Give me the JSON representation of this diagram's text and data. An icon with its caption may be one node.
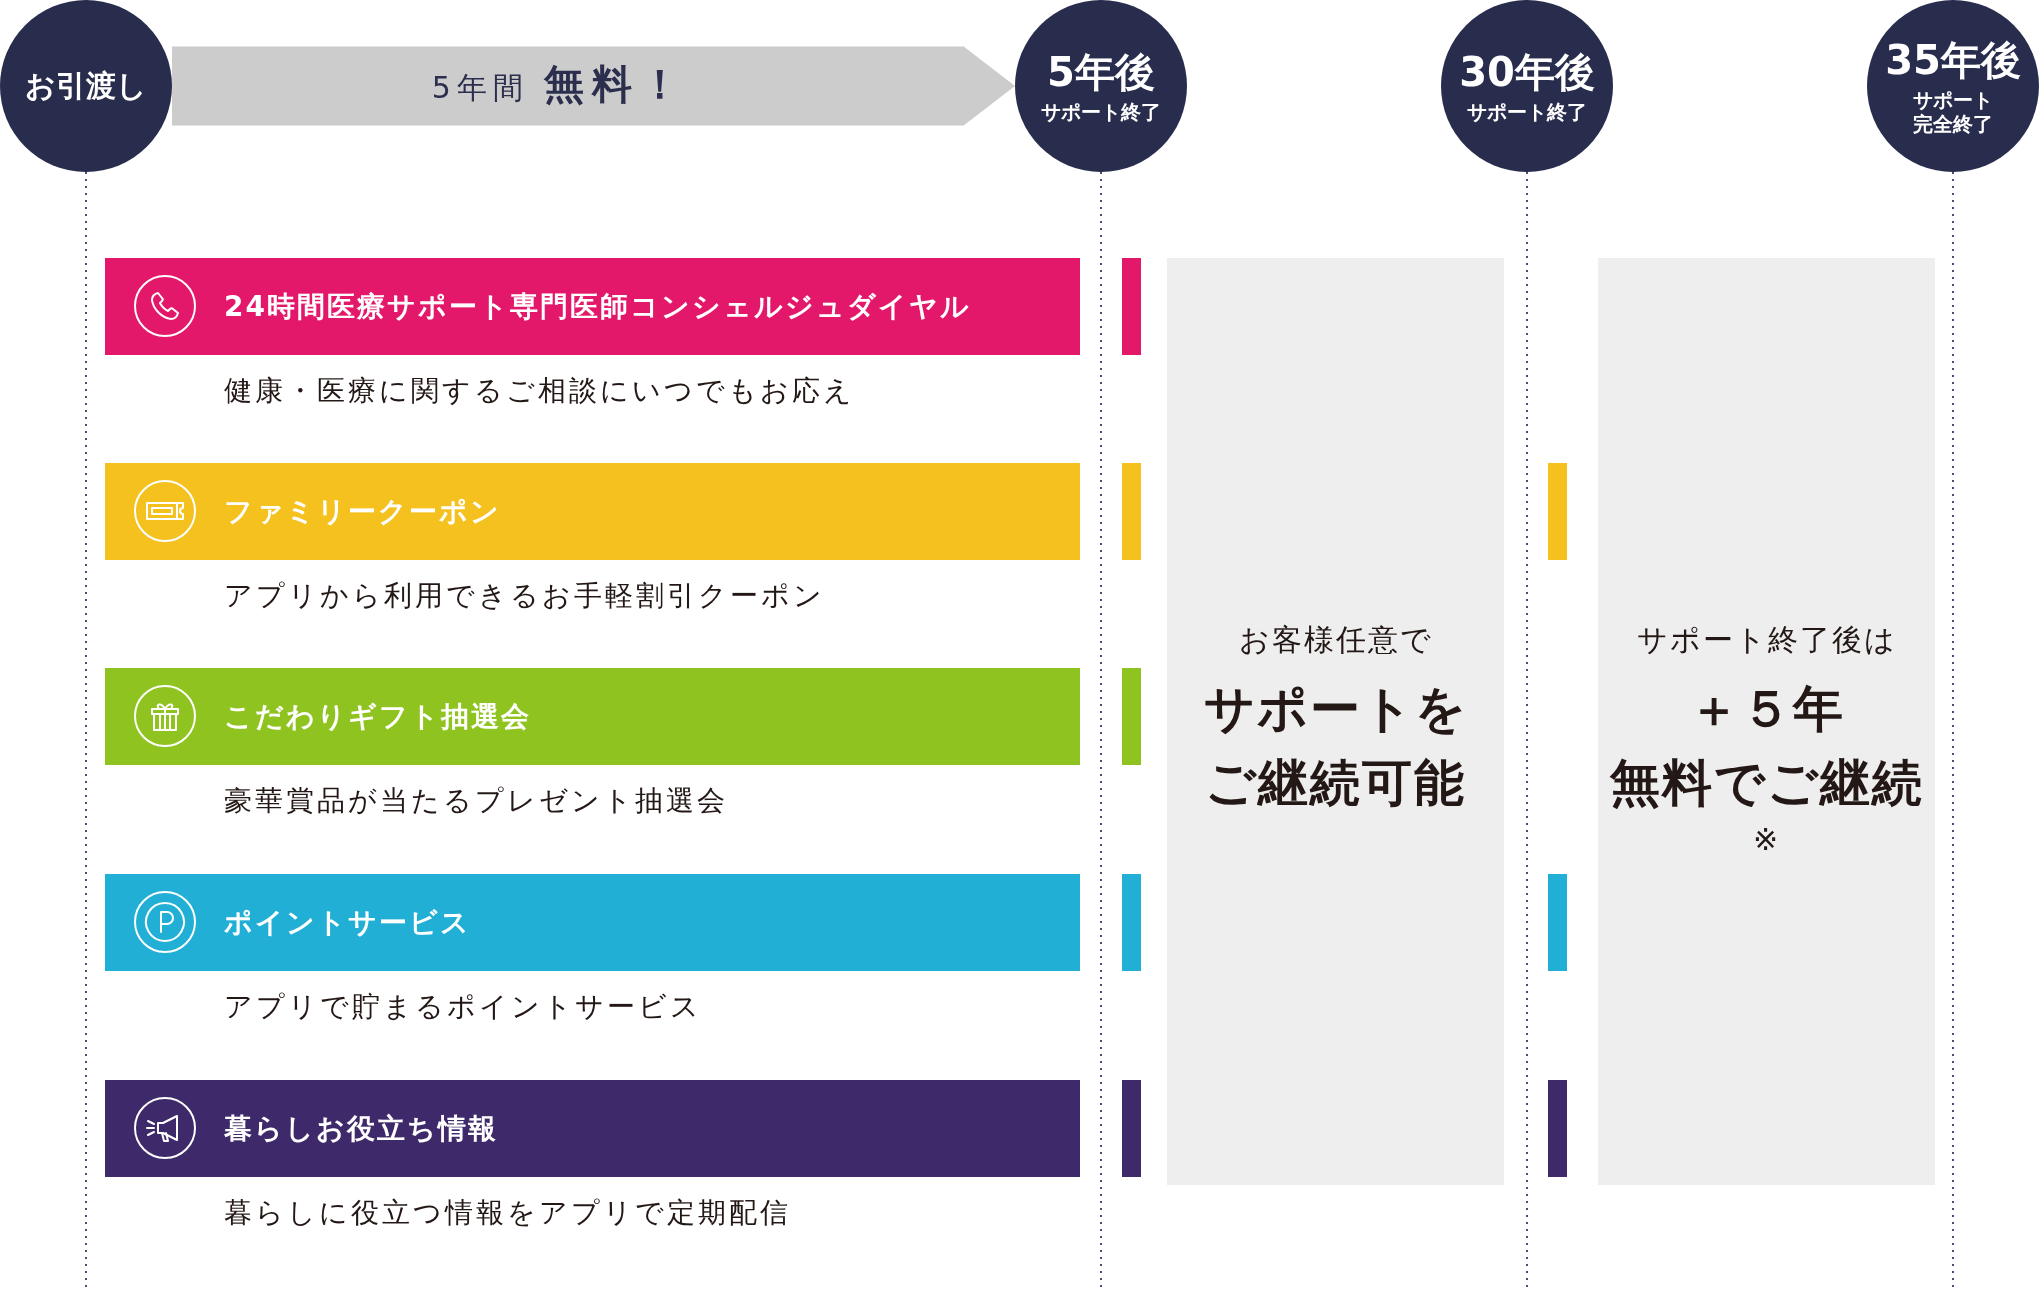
{
  "diagram": {
    "nodes": [
      {
        "text": [
          "お引渡し"
        ]
      },
      {
        "text": [
          "5年後",
          "サポート終了"
        ]
      },
      {
        "text": [
          "30年後",
          "サポート終了"
        ]
      },
      {
        "text": [
          "35年後",
          "サポート完全終了"
        ]
      },
      {
        "text": [
          "24時間医療サポート専門医師コンシェルジュダイヤル"
        ],
        "beside": [
          "健康・医療に関するご相談にいつでもお応え"
        ]
      },
      {
        "text": [
          "ファミリークーポン"
        ],
        "beside": [
          "アプリから利用できるお手軽割引クーポン"
        ]
      },
      {
        "text": [
          "こだわりギフト抽選会"
        ],
        "beside": [
          "豪華賞品が当たるプレゼント抽選会"
        ]
      },
      {
        "text": [
          "ポイントサービス"
        ],
        "beside": [
          "アプリで貯まるポイントサービス"
        ]
      },
      {
        "text": [
          "暮らしお役立ち情報"
        ],
        "beside": [
          "暮らしに役立つ情報をアプリで定期配信"
        ]
      },
      {
        "text": [
          "お客様任意で",
          "サポートをご継続可能"
        ]
      },
      {
        "text": [
          "サポート終了後は",
          "＋５年",
          "無料でご継続",
          "※"
        ]
      },
      {
        "text": [],
        "shape": "bar"
      },
      {
        "text": [],
        "shape": "bar"
      },
      {
        "text": [],
        "shape": "bar"
      },
      {
        "text": [],
        "shape": "bar"
      },
      {
        "text": [],
        "shape": "bar"
      },
      {
        "text": [],
        "shape": "bar"
      },
      {
        "text": [],
        "shape": "bar"
      },
      {
        "text": [],
        "shape": "bar"
      }
    ],
    "edges": [
      {
        "from": 0,
        "to": 1,
        "arrow": "to",
        "label": "5年間 **無料！**"
      }
    ]
  }
}
